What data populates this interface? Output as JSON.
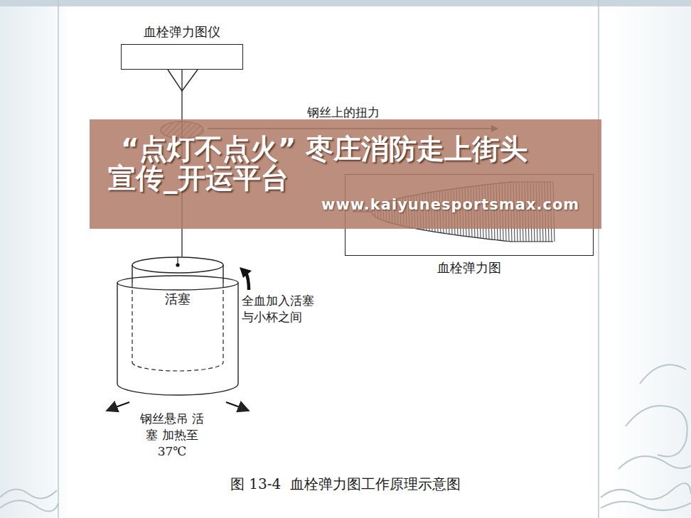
{
  "diagram": {
    "caption": "图 13-4  血栓弹力图工作原理示意图",
    "nodes": [
      {
        "text": [
          "血栓弹力图仪"
        ]
      },
      {
        "text": [
          "活塞"
        ]
      },
      {
        "text": [
          "血栓弹力图"
        ]
      }
    ],
    "edges": [
      {
        "from": 0,
        "to": 1,
        "arrow": "none"
      }
    ],
    "labels": [
      "钢丝上的扭力",
      "全血加入活塞 与小杯之间",
      "钢丝悬吊 活塞 加热至37℃",
      "“点灯不点火” 枣庄消防走上街头 宣传_开运平台",
      "www.kaiyunesportsmax.com"
    ]
  }
}
